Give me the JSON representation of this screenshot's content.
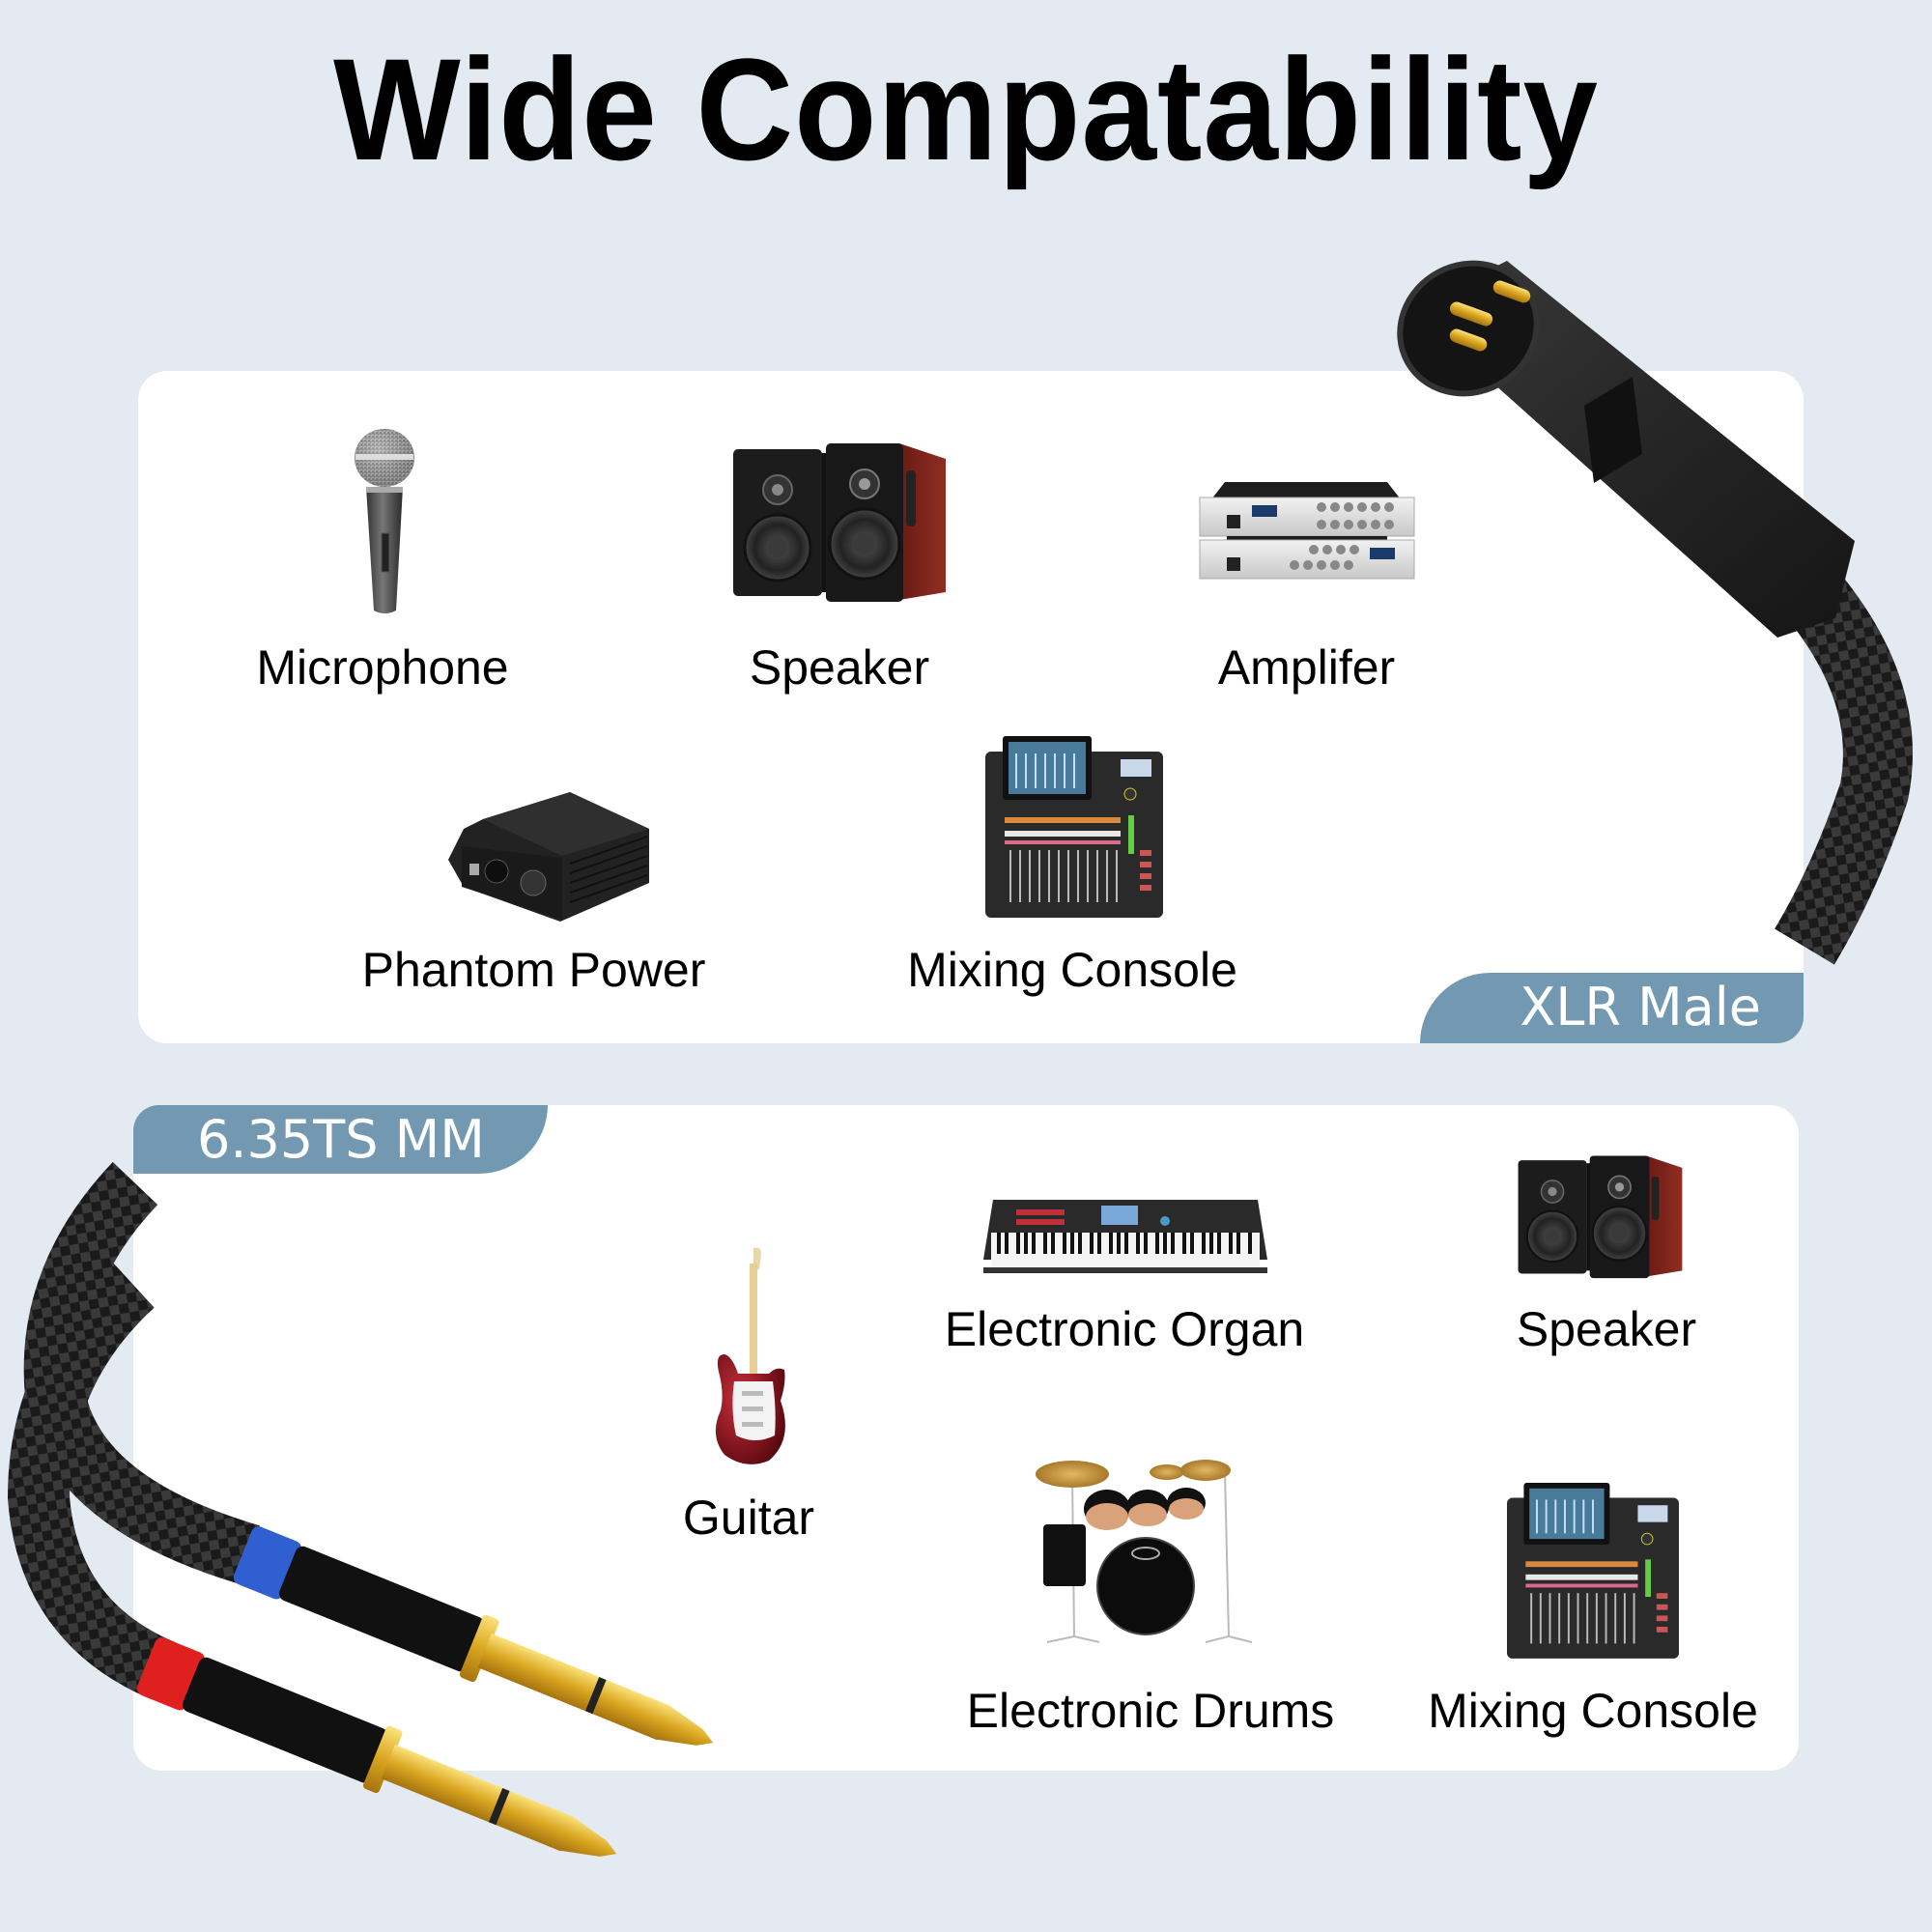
{
  "title": "Wide Compatability",
  "colors": {
    "background": "#e3eaf1",
    "card": "#ffffff",
    "badge": "#7399b2",
    "badge_text": "#ffffff",
    "title_text": "#000000",
    "plug_gold": "#d9a520",
    "ring_blue": "#2f5fd0",
    "ring_red": "#e0201e"
  },
  "top_panel": {
    "badge": "XLR Male",
    "badge_icon": "xlr-male-connector-icon",
    "devices": [
      {
        "label": "Microphone",
        "icon": "microphone-icon"
      },
      {
        "label": "Speaker",
        "icon": "speaker-icon"
      },
      {
        "label": "Amplifer",
        "icon": "amplifier-icon"
      },
      {
        "label": "Phantom Power",
        "icon": "phantom-power-icon"
      },
      {
        "label": "Mixing Console",
        "icon": "mixing-console-icon"
      }
    ]
  },
  "bottom_panel": {
    "badge": "6.35TS MM",
    "badge_icon": "ts-jack-plug-icon",
    "devices": [
      {
        "label": "Guitar",
        "icon": "guitar-icon"
      },
      {
        "label": "Electronic Organ",
        "icon": "keyboard-icon"
      },
      {
        "label": "Speaker",
        "icon": "speaker-icon"
      },
      {
        "label": "Electronic Drums",
        "icon": "drum-kit-icon"
      },
      {
        "label": "Mixing Console",
        "icon": "mixing-console-icon"
      }
    ]
  }
}
